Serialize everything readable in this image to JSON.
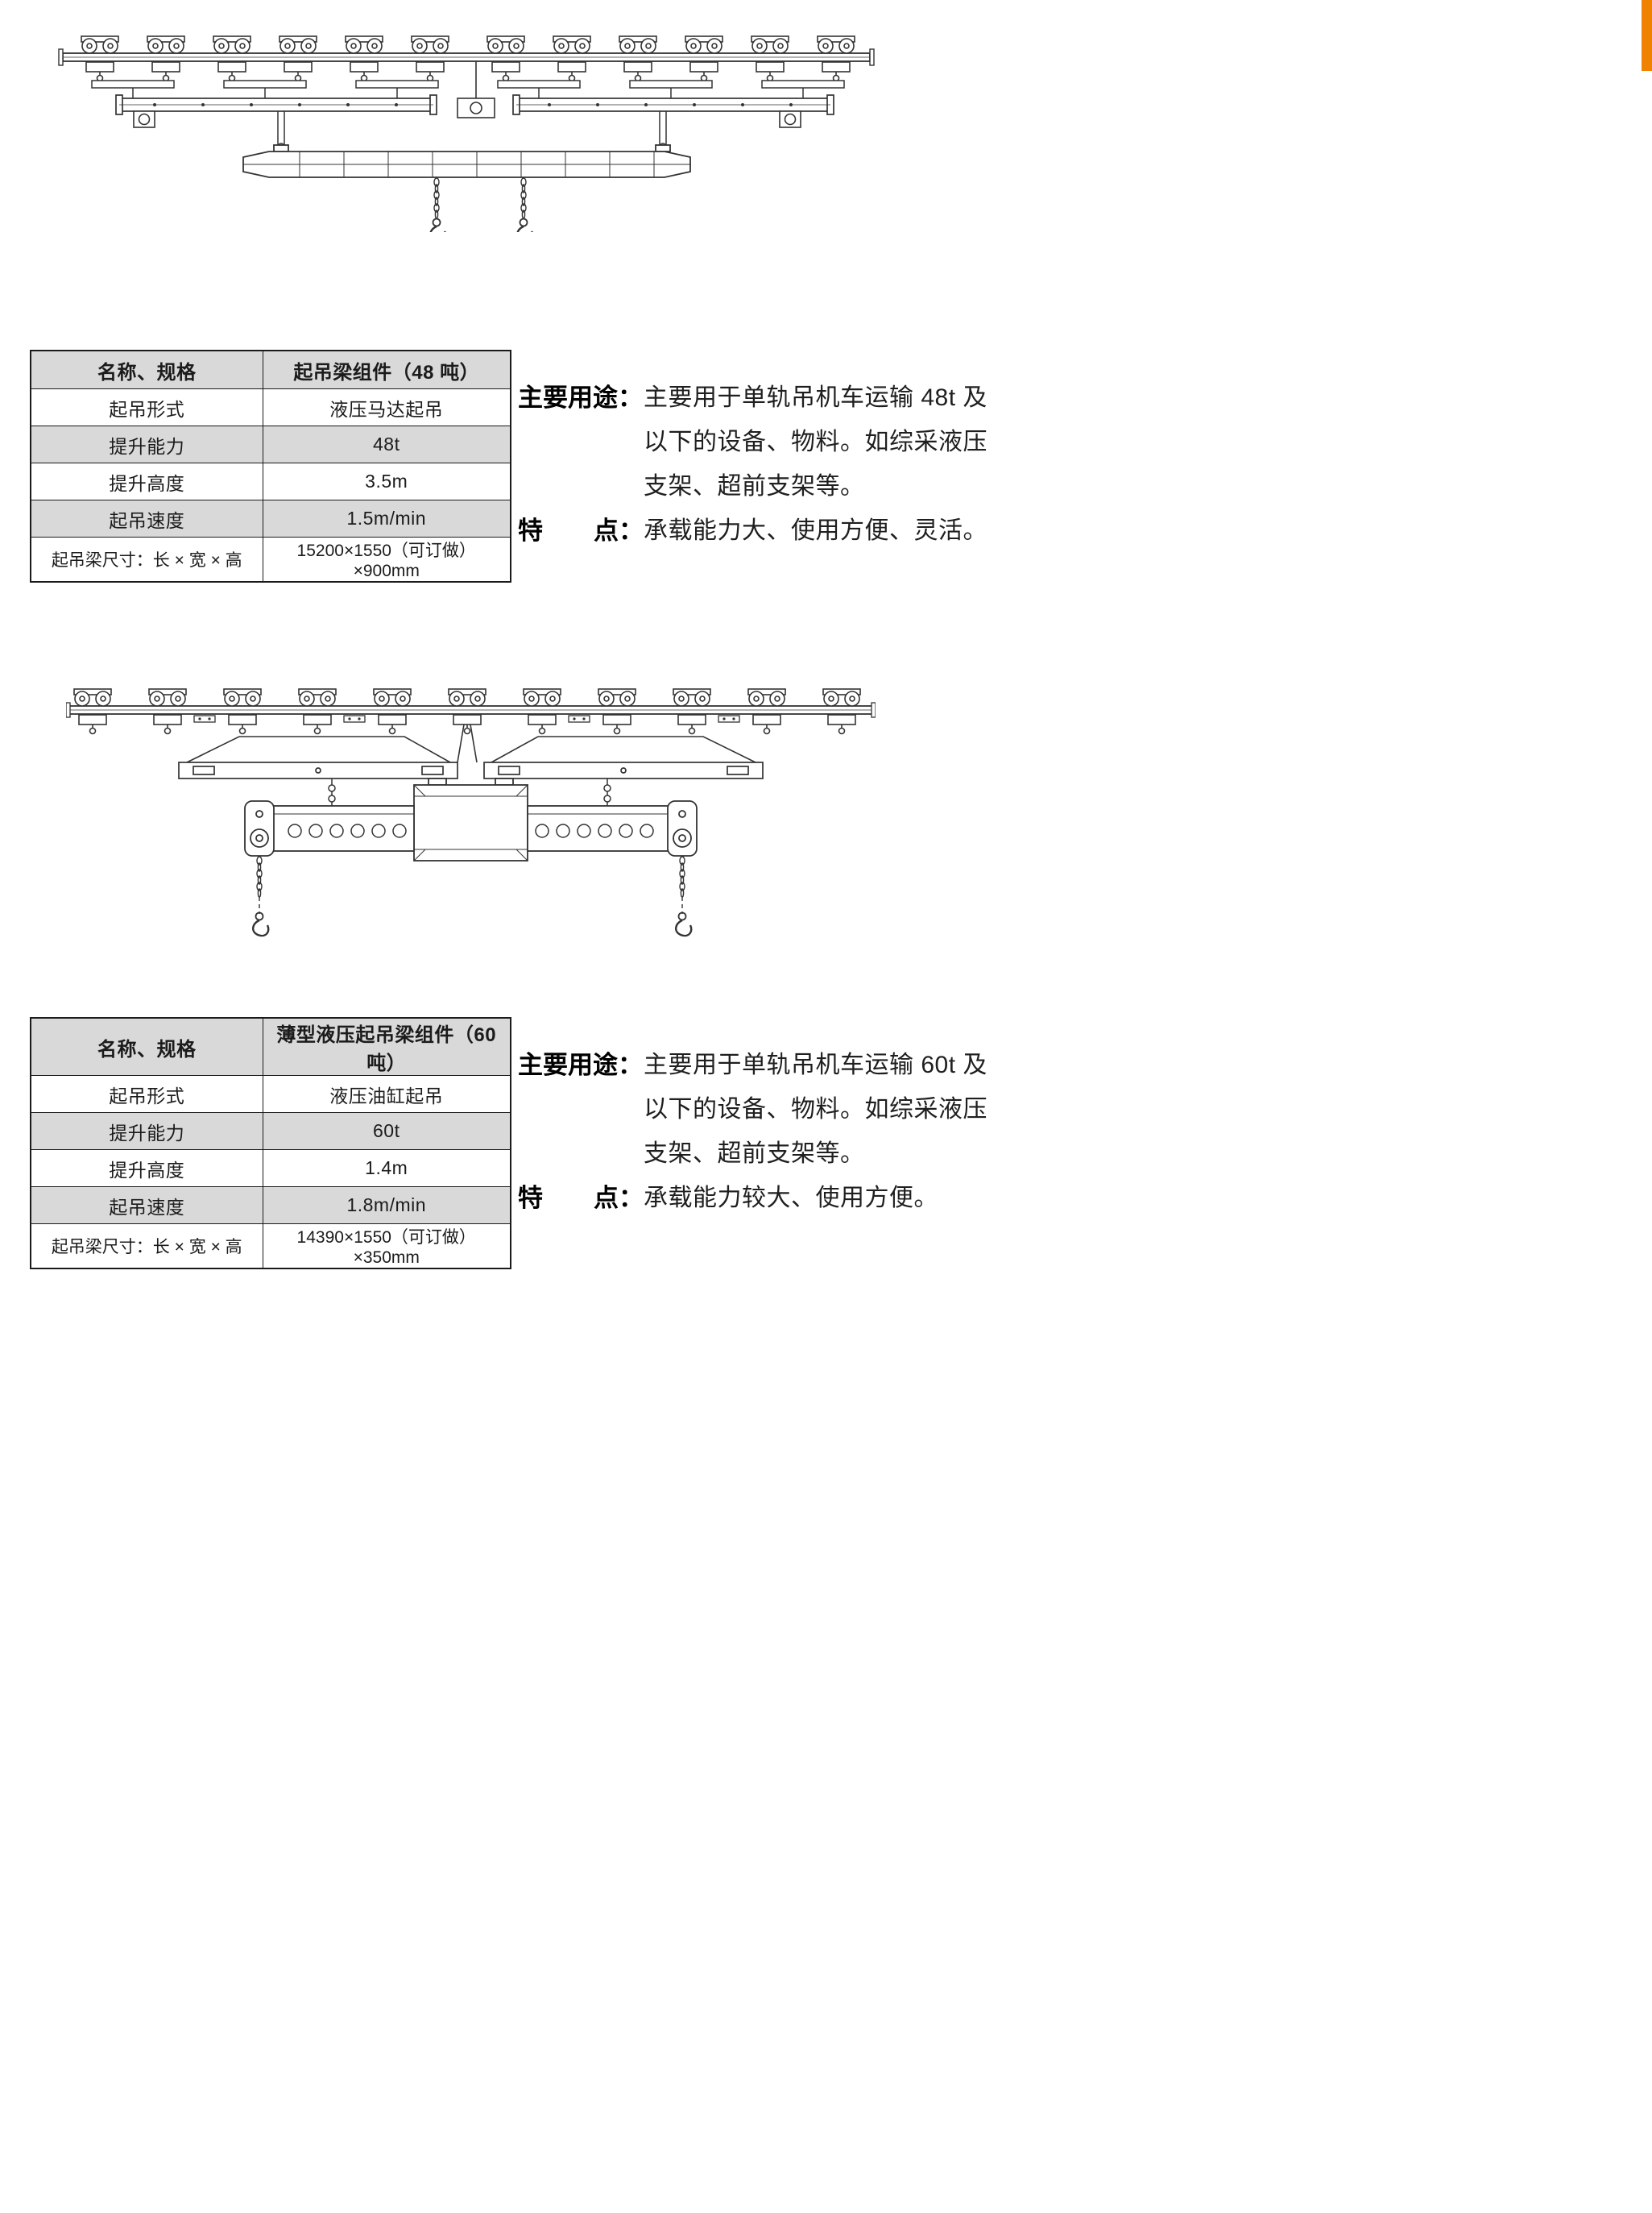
{
  "page": {
    "edge_accent_color": "#ef8200"
  },
  "sections": [
    {
      "table": {
        "rows": [
          {
            "label": "名称、规格",
            "value": "起吊梁组件（48 吨）"
          },
          {
            "label": "起吊形式",
            "value": "液压马达起吊"
          },
          {
            "label": "提升能力",
            "value": "48t"
          },
          {
            "label": "提升高度",
            "value": "3.5m"
          },
          {
            "label": "起吊速度",
            "value": "1.5m/min"
          },
          {
            "label": "起吊梁尺寸：长 × 宽 × 高",
            "value": "15200×1550（可订做）×900mm"
          }
        ]
      },
      "usage": {
        "label": "主要用途：",
        "text": "主要用于单轨吊机车运输 48t 及以下的设备、物料。如综采液压支架、超前支架等。"
      },
      "feature": {
        "label_left": "特",
        "label_right": "点：",
        "text": "承载能力大、使用方便、灵活。"
      }
    },
    {
      "table": {
        "rows": [
          {
            "label": "名称、规格",
            "value": "薄型液压起吊梁组件（60 吨）"
          },
          {
            "label": "起吊形式",
            "value": "液压油缸起吊"
          },
          {
            "label": "提升能力",
            "value": "60t"
          },
          {
            "label": "提升高度",
            "value": "1.4m"
          },
          {
            "label": "起吊速度",
            "value": "1.8m/min"
          },
          {
            "label": "起吊梁尺寸：长 × 宽 × 高",
            "value": "14390×1550（可订做）×350mm"
          }
        ]
      },
      "usage": {
        "label": "主要用途：",
        "text": "主要用于单轨吊机车运输 60t 及以下的设备、物料。如综采液压支架、超前支架等。"
      },
      "feature": {
        "label_left": "特",
        "label_right": "点：",
        "text": "承载能力较大、使用方便。"
      }
    }
  ]
}
